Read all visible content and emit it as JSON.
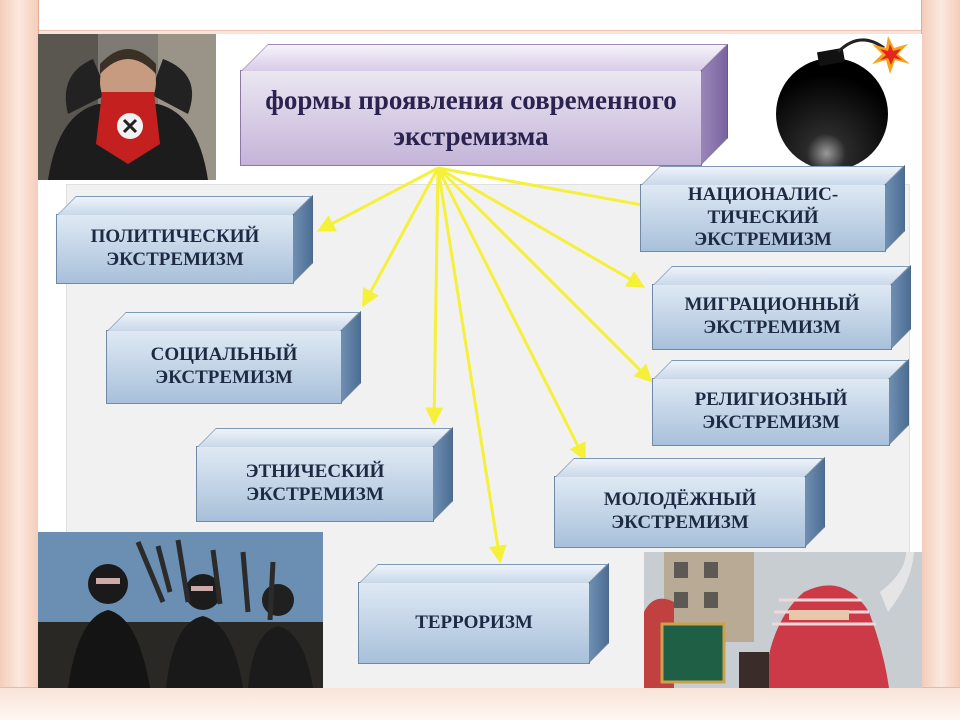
{
  "title": "формы проявления современного экстремизма",
  "forms": [
    {
      "id": "political",
      "label": "Политический экстремизм"
    },
    {
      "id": "social",
      "label": "Социальный экстремизм"
    },
    {
      "id": "ethnic",
      "label": "Этнический экстремизм"
    },
    {
      "id": "terrorism",
      "label": "Терроризм"
    },
    {
      "id": "youth",
      "label": "Молодёжный экстремизм"
    },
    {
      "id": "religious",
      "label": "Религиозный экстремизм"
    },
    {
      "id": "migration",
      "label": "Миграционный экстремизм"
    },
    {
      "id": "nationalist",
      "label": "Националис-тический экстремизм"
    }
  ],
  "colors": {
    "arrow": "#f5f03a",
    "box_front": "#b9cde3",
    "box_side": "#5b7ca2",
    "title_front": "#d6cae4",
    "text": "#1e2a44"
  },
  "icons": [
    "bomb-icon"
  ]
}
